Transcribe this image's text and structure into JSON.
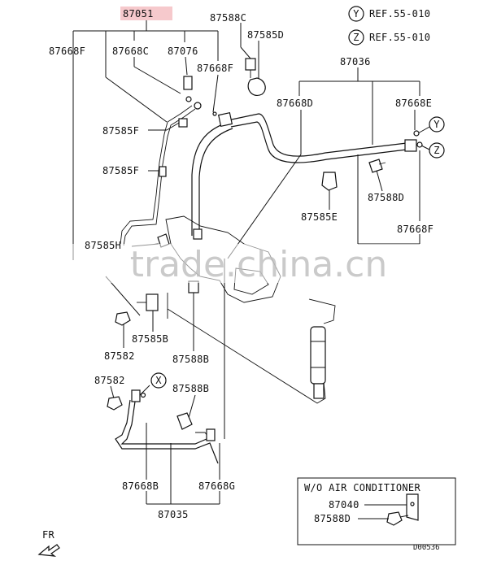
{
  "labels": {
    "p87051": "87051",
    "p87668F_top_left": "87668F",
    "p87668C": "87668C",
    "p87076": "87076",
    "p87668F_mid": "87668F",
    "p87588C": "87588C",
    "p87585D": "87585D",
    "p87036": "87036",
    "p87668D": "87668D",
    "p87668E": "87668E",
    "p87585F_1": "87585F",
    "p87585F_2": "87585F",
    "p87588D_right": "87588D",
    "p87585E": "87585E",
    "p87668F_right": "87668F",
    "p87585H": "87585H",
    "p87585B": "87585B",
    "p87582_upper": "87582",
    "p87588B_upper": "87588B",
    "p87582_lower": "87582",
    "p87588B_lower": "87588B",
    "p87668B": "87668B",
    "p87668G": "87668G",
    "p87035": "87035",
    "p87040": "87040",
    "p87588D_box": "87588D",
    "ref_y": "REF.55-010",
    "ref_z": "REF.55-010",
    "code": "D00536",
    "fr": "FR"
  },
  "markers": {
    "y": "Y",
    "z": "Z",
    "x": "X"
  },
  "inset": {
    "title": "W/O AIR CONDITIONER"
  },
  "watermark": "trade.china.cn",
  "colors": {
    "highlight": "#f6c9cc",
    "line": "#111111"
  }
}
